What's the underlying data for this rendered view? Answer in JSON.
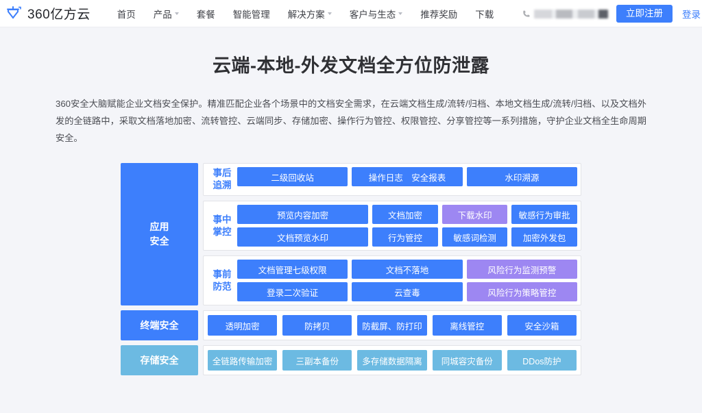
{
  "nav": {
    "brand": "360亿方云",
    "logo_icon": "360-yifangyun-logo-icon",
    "items": [
      {
        "label": "首页",
        "has_caret": false
      },
      {
        "label": "产品",
        "has_caret": true
      },
      {
        "label": "套餐",
        "has_caret": false
      },
      {
        "label": "智能管理",
        "has_caret": false
      },
      {
        "label": "解决方案",
        "has_caret": true
      },
      {
        "label": "客户与生态",
        "has_caret": true
      },
      {
        "label": "推荐奖励",
        "has_caret": false
      },
      {
        "label": "下载",
        "has_caret": false
      }
    ],
    "phone_icon": "phone-icon",
    "phone_redacted": "",
    "register_label": "立即注册",
    "login_label": "登录",
    "accent_color": "#3d7ffc"
  },
  "hero": {
    "title": "云端-本地-外发文档全方位防泄露",
    "description": "360安全大脑赋能企业文档安全保护。精准匹配企业各个场景中的文档安全需求，在云端文档生成/流转/归档、本地文档生成/流转/归档、以及文档外发的全链路中，采取文档落地加密、流转管控、云端同步、存储加密、操作行为管控、权限管控、分享管控等一系列措施，守护企业文档全生命周期安全。"
  },
  "diagram": {
    "colors": {
      "blue": "#3d7ffc",
      "purple": "#9d87f2",
      "light_blue": "#6cbae2",
      "panel_bg": "#ffffff",
      "panel_border": "#e2e3e8"
    },
    "layers": [
      {
        "side_label": "应用\n安全",
        "side_label_line1": "应用",
        "side_label_line2": "安全",
        "side_color": "blue",
        "type": "grouped",
        "groups": [
          {
            "tag_line1": "事后",
            "tag_line2": "追溯",
            "rows": [
              [
                {
                  "label": "二级回收站",
                  "color": "blue",
                  "span": 3
                },
                {
                  "label": "操作日志　安全报表",
                  "color": "blue",
                  "span": 3
                },
                {
                  "label": "水印溯源",
                  "color": "blue",
                  "span": 3
                }
              ]
            ]
          },
          {
            "tag_line1": "事中",
            "tag_line2": "掌控",
            "rows": [
              [
                {
                  "label": "预览内容加密",
                  "color": "blue",
                  "span": 2
                },
                {
                  "label": "文档加密",
                  "color": "blue",
                  "span": 1
                },
                {
                  "label": "下载水印",
                  "color": "purple",
                  "span": 1
                },
                {
                  "label": "敏感行为审批",
                  "color": "blue",
                  "span": 1
                }
              ],
              [
                {
                  "label": "文档预览水印",
                  "color": "blue",
                  "span": 2
                },
                {
                  "label": "行为管控",
                  "color": "blue",
                  "span": 1
                },
                {
                  "label": "敏感词检测",
                  "color": "blue",
                  "span": 1
                },
                {
                  "label": "加密外发包",
                  "color": "blue",
                  "span": 1
                }
              ]
            ]
          },
          {
            "tag_line1": "事前",
            "tag_line2": "防范",
            "rows": [
              [
                {
                  "label": "文档管理七级权限",
                  "color": "blue",
                  "span": 1
                },
                {
                  "label": "文档不落地",
                  "color": "blue",
                  "span": 1
                },
                {
                  "label": "风险行为监测预警",
                  "color": "purple",
                  "span": 1
                }
              ],
              [
                {
                  "label": "登录二次验证",
                  "color": "blue",
                  "span": 1
                },
                {
                  "label": "云查毒",
                  "color": "blue",
                  "span": 1
                },
                {
                  "label": "风险行为策略管控",
                  "color": "purple",
                  "span": 1
                }
              ]
            ]
          }
        ]
      },
      {
        "side_label_line1": "终端安全",
        "side_label_line2": "",
        "side_color": "blue",
        "type": "strip",
        "cells": [
          {
            "label": "透明加密",
            "color": "blue"
          },
          {
            "label": "防拷贝",
            "color": "blue"
          },
          {
            "label": "防截屏、防打印",
            "color": "blue"
          },
          {
            "label": "离线管控",
            "color": "blue"
          },
          {
            "label": "安全沙箱",
            "color": "blue"
          }
        ]
      },
      {
        "side_label_line1": "存储安全",
        "side_label_line2": "",
        "side_color": "lightblue",
        "type": "strip",
        "cells": [
          {
            "label": "全链路传输加密",
            "color": "lightblue"
          },
          {
            "label": "三副本备份",
            "color": "lightblue"
          },
          {
            "label": "多存储数据隔离",
            "color": "lightblue"
          },
          {
            "label": "同城容灾备份",
            "color": "lightblue"
          },
          {
            "label": "DDos防护",
            "color": "lightblue"
          }
        ]
      }
    ]
  }
}
